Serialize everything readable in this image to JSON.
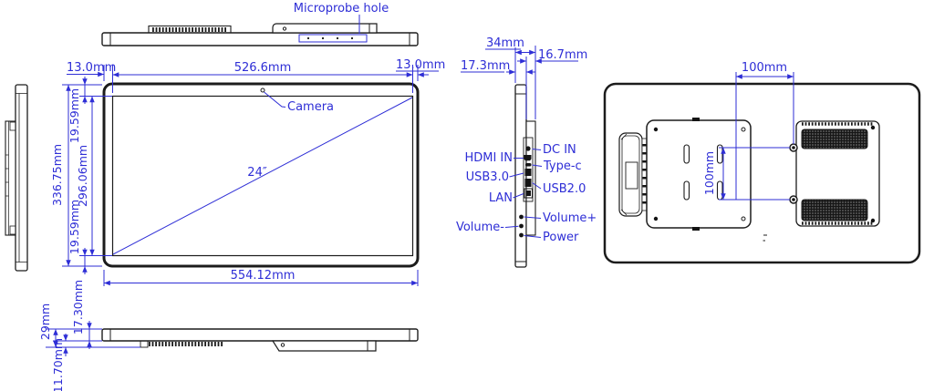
{
  "colors": {
    "dimension_blue": "#2e2ed6",
    "outline_black": "#1c1c1c"
  },
  "top_view": {
    "microprobe_label": "Microprobe hole"
  },
  "front_view": {
    "camera_label": "Camera",
    "diagonal_size": "24″",
    "bezel_left": "13.0mm",
    "screen_width": "526.6mm",
    "bezel_right": "13.0mm",
    "total_height": "336.75mm",
    "bezel_top": "19.59mm",
    "screen_height": "296.06mm",
    "bezel_bottom": "19.59mm",
    "total_width": "554.12mm"
  },
  "bottom_view": {
    "total_thickness": "29mm",
    "front_thickness": "17.30mm",
    "rear_thickness": "11.70mm"
  },
  "side_view": {
    "total_depth": "34mm",
    "rear_depth": "16.7mm",
    "front_depth": "17.3mm",
    "ports": {
      "hdmi": "HDMI IN",
      "usb3": "USB3.0",
      "lan": "LAN",
      "volume_minus": "Volume-",
      "dc_in": "DC IN",
      "type_c": "Type-c",
      "usb2": "USB2.0",
      "volume_plus": "Volume+",
      "power": "Power"
    }
  },
  "rear_view": {
    "vesa_horizontal": "100mm",
    "vesa_vertical": "100mm"
  }
}
